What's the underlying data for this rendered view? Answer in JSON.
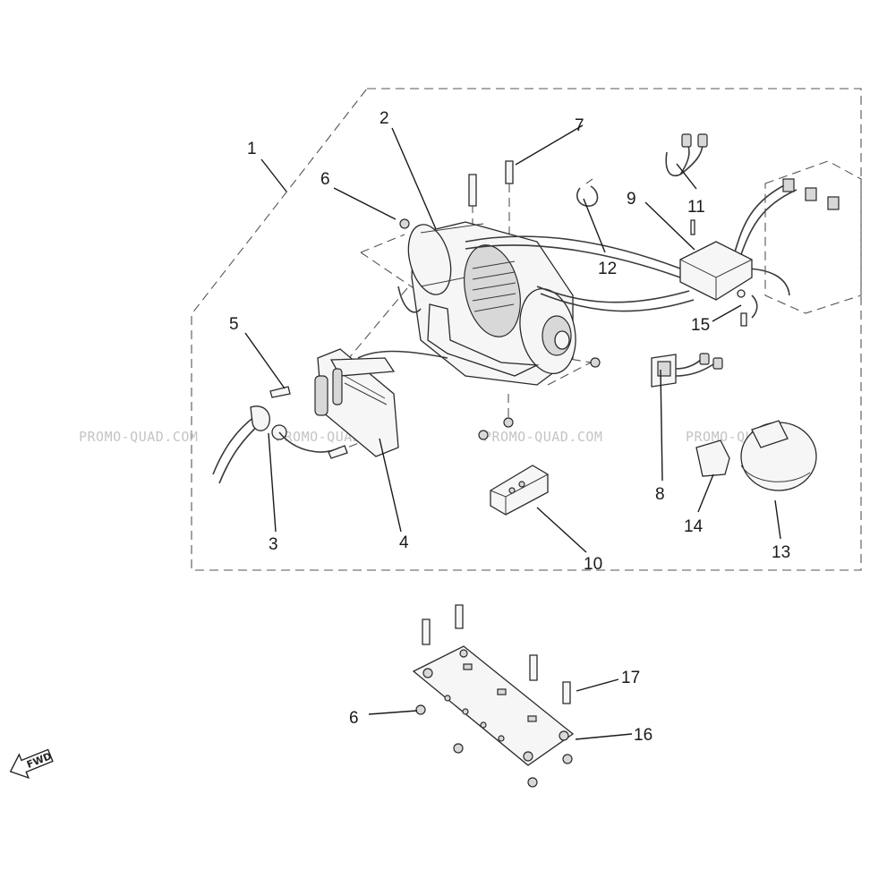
{
  "callouts": {
    "c1": "1",
    "c2": "2",
    "c3": "3",
    "c4": "4",
    "c5": "5",
    "c6a": "6",
    "c6b": "6",
    "c7": "7",
    "c8": "8",
    "c9": "9",
    "c10": "10",
    "c11": "11",
    "c12": "12",
    "c13": "13",
    "c14": "14",
    "c15": "15",
    "c16": "16",
    "c17": "17"
  },
  "watermarks": {
    "w1": "PROMO-QUAD.COM",
    "w2": "PROMO-QUAD.COM",
    "w3": "PROMO-QUAD.COM",
    "w4": "PROMO-QUAD.COM"
  },
  "direction_arrow": {
    "label": "FWD",
    "icon": "forward-arrow-icon"
  }
}
